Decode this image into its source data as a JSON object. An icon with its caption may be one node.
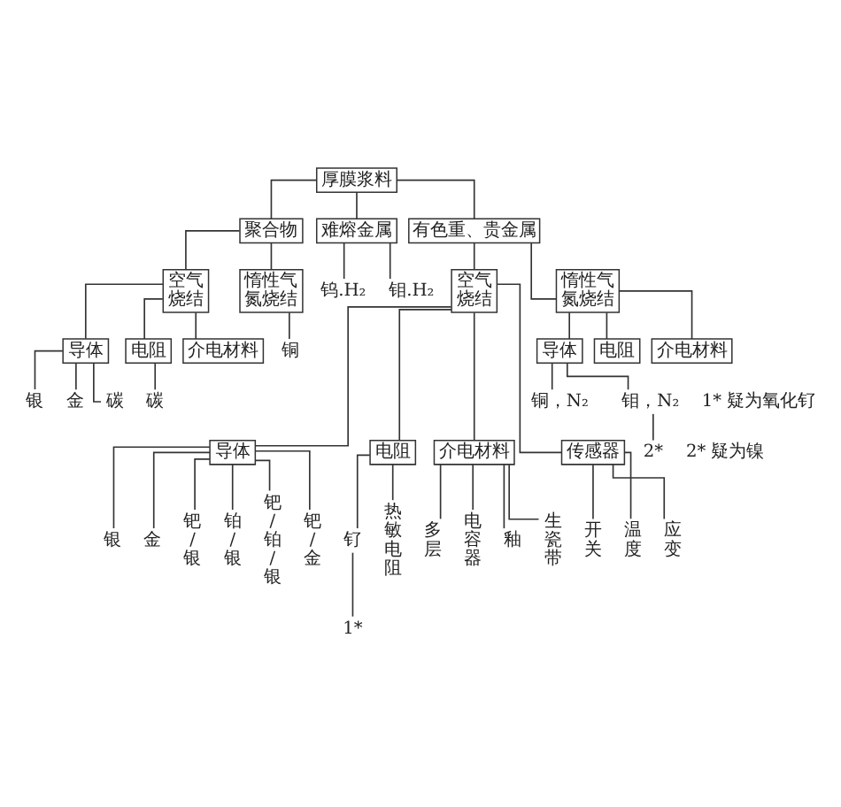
{
  "diagram": {
    "nodes": [
      {
        "text": [
          "厚膜浆料"
        ]
      },
      {
        "text": [
          "聚合物"
        ]
      },
      {
        "text": [
          "难熔金属"
        ]
      },
      {
        "text": [
          "有色重、贵金属"
        ]
      },
      {
        "text": [
          "空气烧结"
        ]
      },
      {
        "text": [
          "惰性气氮烧结"
        ]
      },
      {
        "text": [
          "钨.H₂"
        ]
      },
      {
        "text": [
          "钼.H₂"
        ]
      },
      {
        "text": [
          "铜"
        ]
      },
      {
        "text": [
          "空气烧结"
        ]
      },
      {
        "text": [
          "惰性气氮烧结"
        ]
      },
      {
        "text": [
          "导体"
        ]
      },
      {
        "text": [
          "电阻"
        ]
      },
      {
        "text": [
          "介电材料"
        ]
      },
      {
        "text": [
          "银"
        ]
      },
      {
        "text": [
          "金"
        ]
      },
      {
        "text": [
          "碳"
        ]
      },
      {
        "text": [
          "碳"
        ]
      },
      {
        "text": [
          "导体"
        ]
      },
      {
        "text": [
          "电阻"
        ]
      },
      {
        "text": [
          "介电材料"
        ]
      },
      {
        "text": [
          "铜，N₂"
        ]
      },
      {
        "text": [
          "钼，N₂"
        ]
      },
      {
        "text": [
          "2*"
        ]
      },
      {
        "text": [
          "导体"
        ]
      },
      {
        "text": [
          "电阻"
        ]
      },
      {
        "text": [
          "介电材料"
        ]
      },
      {
        "text": [
          "传感器"
        ]
      },
      {
        "text": [
          "银"
        ]
      },
      {
        "text": [
          "金"
        ]
      },
      {
        "text": [
          "钯/银"
        ]
      },
      {
        "text": [
          "铂/银"
        ]
      },
      {
        "text": [
          "钯/铂/银"
        ]
      },
      {
        "text": [
          "钯/金"
        ]
      },
      {
        "text": [
          "钌"
        ]
      },
      {
        "text": [
          "热敏电阻"
        ]
      },
      {
        "text": [
          "1*"
        ]
      },
      {
        "text": [
          "多层"
        ]
      },
      {
        "text": [
          "电容器"
        ]
      },
      {
        "text": [
          "釉"
        ]
      },
      {
        "text": [
          "生瓷带"
        ]
      },
      {
        "text": [
          "开关"
        ]
      },
      {
        "text": [
          "温度"
        ]
      },
      {
        "text": [
          "应变"
        ]
      }
    ],
    "edges": [
      {
        "from": 0,
        "to": 1,
        "arrow": "none"
      },
      {
        "from": 0,
        "to": 2,
        "arrow": "none"
      },
      {
        "from": 0,
        "to": 3,
        "arrow": "none"
      },
      {
        "from": 1,
        "to": 4,
        "arrow": "none"
      },
      {
        "from": 1,
        "to": 5,
        "arrow": "none"
      },
      {
        "from": 2,
        "to": 6,
        "arrow": "none"
      },
      {
        "from": 2,
        "to": 7,
        "arrow": "none"
      },
      {
        "from": 3,
        "to": 9,
        "arrow": "none"
      },
      {
        "from": 3,
        "to": 10,
        "arrow": "none"
      },
      {
        "from": 5,
        "to": 8,
        "arrow": "none"
      },
      {
        "from": 4,
        "to": 11,
        "arrow": "none"
      },
      {
        "from": 4,
        "to": 12,
        "arrow": "none"
      },
      {
        "from": 4,
        "to": 13,
        "arrow": "none"
      },
      {
        "from": 11,
        "to": 14,
        "arrow": "none"
      },
      {
        "from": 11,
        "to": 15,
        "arrow": "none"
      },
      {
        "from": 11,
        "to": 16,
        "arrow": "none"
      },
      {
        "from": 12,
        "to": 17,
        "arrow": "none"
      },
      {
        "from": 10,
        "to": 18,
        "arrow": "none"
      },
      {
        "from": 10,
        "to": 19,
        "arrow": "none"
      },
      {
        "from": 10,
        "to": 20,
        "arrow": "none"
      },
      {
        "from": 18,
        "to": 21,
        "arrow": "none"
      },
      {
        "from": 18,
        "to": 22,
        "arrow": "none"
      },
      {
        "from": 22,
        "to": 23,
        "arrow": "none"
      },
      {
        "from": 9,
        "to": 24,
        "arrow": "none"
      },
      {
        "from": 9,
        "to": 25,
        "arrow": "none"
      },
      {
        "from": 9,
        "to": 26,
        "arrow": "none"
      },
      {
        "from": 9,
        "to": 27,
        "arrow": "none"
      },
      {
        "from": 24,
        "to": 28,
        "arrow": "none"
      },
      {
        "from": 24,
        "to": 29,
        "arrow": "none"
      },
      {
        "from": 24,
        "to": 30,
        "arrow": "none"
      },
      {
        "from": 24,
        "to": 31,
        "arrow": "none"
      },
      {
        "from": 24,
        "to": 32,
        "arrow": "none"
      },
      {
        "from": 24,
        "to": 33,
        "arrow": "none"
      },
      {
        "from": 25,
        "to": 34,
        "arrow": "none"
      },
      {
        "from": 25,
        "to": 35,
        "arrow": "none"
      },
      {
        "from": 34,
        "to": 36,
        "arrow": "none"
      },
      {
        "from": 26,
        "to": 37,
        "arrow": "none"
      },
      {
        "from": 26,
        "to": 38,
        "arrow": "none"
      },
      {
        "from": 26,
        "to": 39,
        "arrow": "none"
      },
      {
        "from": 26,
        "to": 40,
        "arrow": "none"
      },
      {
        "from": 27,
        "to": 41,
        "arrow": "none"
      },
      {
        "from": 27,
        "to": 42,
        "arrow": "none"
      },
      {
        "from": 27,
        "to": 43,
        "arrow": "none"
      }
    ],
    "labels": [
      "1* 疑为氧化钌",
      "2* 疑为镍"
    ]
  }
}
